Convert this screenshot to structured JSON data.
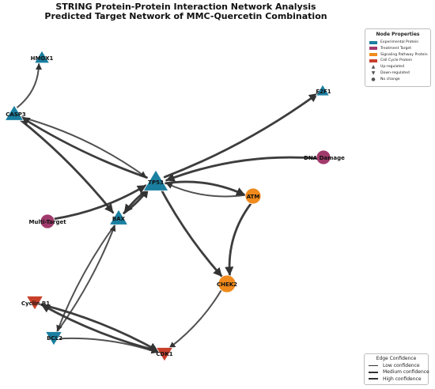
{
  "title": {
    "line1": "STRING Protein-Protein Interaction Network Analysis",
    "line2": "Predicted Target Network of MMC-Quercetin Combination"
  },
  "colors": {
    "experimental": "#1a7fa0",
    "treatment": "#a13a6c",
    "signaling": "#f08a1c",
    "cell_cycle": "#c8402a",
    "edge": "#333333"
  },
  "nodes": [
    {
      "id": "HMOX1",
      "label": "HMOX1",
      "category": "experimental",
      "regulation": "up"
    },
    {
      "id": "CASP3",
      "label": "CASP3",
      "category": "experimental",
      "regulation": "up"
    },
    {
      "id": "E2F1",
      "label": "E2F1",
      "category": "experimental",
      "regulation": "up"
    },
    {
      "id": "DNA_DAMAGE",
      "label": "DNA Damage",
      "category": "treatment",
      "regulation": "none"
    },
    {
      "id": "TP53",
      "label": "TP53",
      "category": "experimental",
      "regulation": "up"
    },
    {
      "id": "ATM",
      "label": "ATM",
      "category": "signaling",
      "regulation": "none"
    },
    {
      "id": "MULTI",
      "label": "Multi-Target",
      "category": "treatment",
      "regulation": "none"
    },
    {
      "id": "BAX",
      "label": "BAX",
      "category": "experimental",
      "regulation": "up"
    },
    {
      "id": "CHEK2",
      "label": "CHEK2",
      "category": "signaling",
      "regulation": "none"
    },
    {
      "id": "CYCB1",
      "label": "Cyclin B1",
      "category": "cell_cycle",
      "regulation": "down"
    },
    {
      "id": "BCL2",
      "label": "BCL2",
      "category": "experimental",
      "regulation": "down"
    },
    {
      "id": "CDK1",
      "label": "CDK1",
      "category": "cell_cycle",
      "regulation": "down"
    }
  ],
  "edges": [
    {
      "from": "CASP3",
      "to": "HMOX1",
      "confidence": "medium"
    },
    {
      "from": "CASP3",
      "to": "TP53",
      "confidence": "medium"
    },
    {
      "from": "TP53",
      "to": "CASP3",
      "confidence": "high"
    },
    {
      "from": "CASP3",
      "to": "BAX",
      "confidence": "high"
    },
    {
      "from": "TP53",
      "to": "E2F1",
      "confidence": "high"
    },
    {
      "from": "DNA_DAMAGE",
      "to": "TP53",
      "confidence": "high"
    },
    {
      "from": "TP53",
      "to": "ATM",
      "confidence": "high"
    },
    {
      "from": "ATM",
      "to": "TP53",
      "confidence": "medium"
    },
    {
      "from": "MULTI",
      "to": "TP53",
      "confidence": "high"
    },
    {
      "from": "BAX",
      "to": "TP53",
      "confidence": "high"
    },
    {
      "from": "TP53",
      "to": "BAX",
      "confidence": "high"
    },
    {
      "from": "TP53",
      "to": "CHEK2",
      "confidence": "high"
    },
    {
      "from": "ATM",
      "to": "CHEK2",
      "confidence": "high"
    },
    {
      "from": "BAX",
      "to": "BCL2",
      "confidence": "medium"
    },
    {
      "from": "BCL2",
      "to": "BAX",
      "confidence": "medium"
    },
    {
      "from": "CYCB1",
      "to": "CDK1",
      "confidence": "high"
    },
    {
      "from": "CDK1",
      "to": "CYCB1",
      "confidence": "high"
    },
    {
      "from": "BCL2",
      "to": "CDK1",
      "confidence": "medium"
    },
    {
      "from": "CHEK2",
      "to": "CDK1",
      "confidence": "medium"
    }
  ],
  "node_legend": {
    "title": "Node Properties",
    "items": [
      {
        "kind": "swatch",
        "color": "#1a7fa0",
        "label": "Experimental Protein"
      },
      {
        "kind": "swatch",
        "color": "#a13a6c",
        "label": "Treatment Target"
      },
      {
        "kind": "swatch",
        "color": "#f08a1c",
        "label": "Signaling Pathway Protein"
      },
      {
        "kind": "swatch",
        "color": "#c8402a",
        "label": "Cell Cycle Protein"
      },
      {
        "kind": "marker",
        "symbol": "▲",
        "label": "Up-regulated"
      },
      {
        "kind": "marker",
        "symbol": "▼",
        "label": "Down-regulated"
      },
      {
        "kind": "marker",
        "symbol": "●",
        "label": "No change"
      }
    ]
  },
  "edge_legend": {
    "title": "Edge Confidence",
    "items": [
      {
        "confidence": "low",
        "label": "Low confidence"
      },
      {
        "confidence": "medium",
        "label": "Medium confidence"
      },
      {
        "confidence": "high",
        "label": "High confidence"
      }
    ]
  }
}
